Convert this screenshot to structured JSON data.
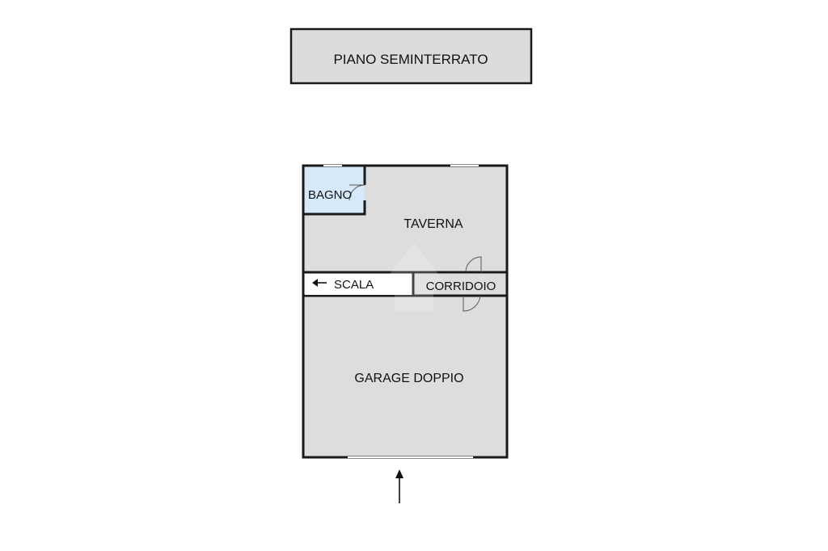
{
  "floor": {
    "title": "PIANO SEMINTERRATO"
  },
  "rooms": {
    "bagno": "BAGNO",
    "taverna": "TAVERNA",
    "scala": "SCALA",
    "corridoio": "CORRIDOIO",
    "garage": "GARAGE DOPPIO"
  },
  "colors": {
    "wall": "#1a1a1a",
    "room_fill": "#dddddd",
    "bathroom_fill": "#d6e9fb",
    "title_fill": "#dcdcdc",
    "stair_fill": "#ffffff"
  },
  "icons": {
    "stair_direction": "arrow-left-icon",
    "entrance": "arrow-up-icon",
    "watermark": "house-logo-icon"
  }
}
